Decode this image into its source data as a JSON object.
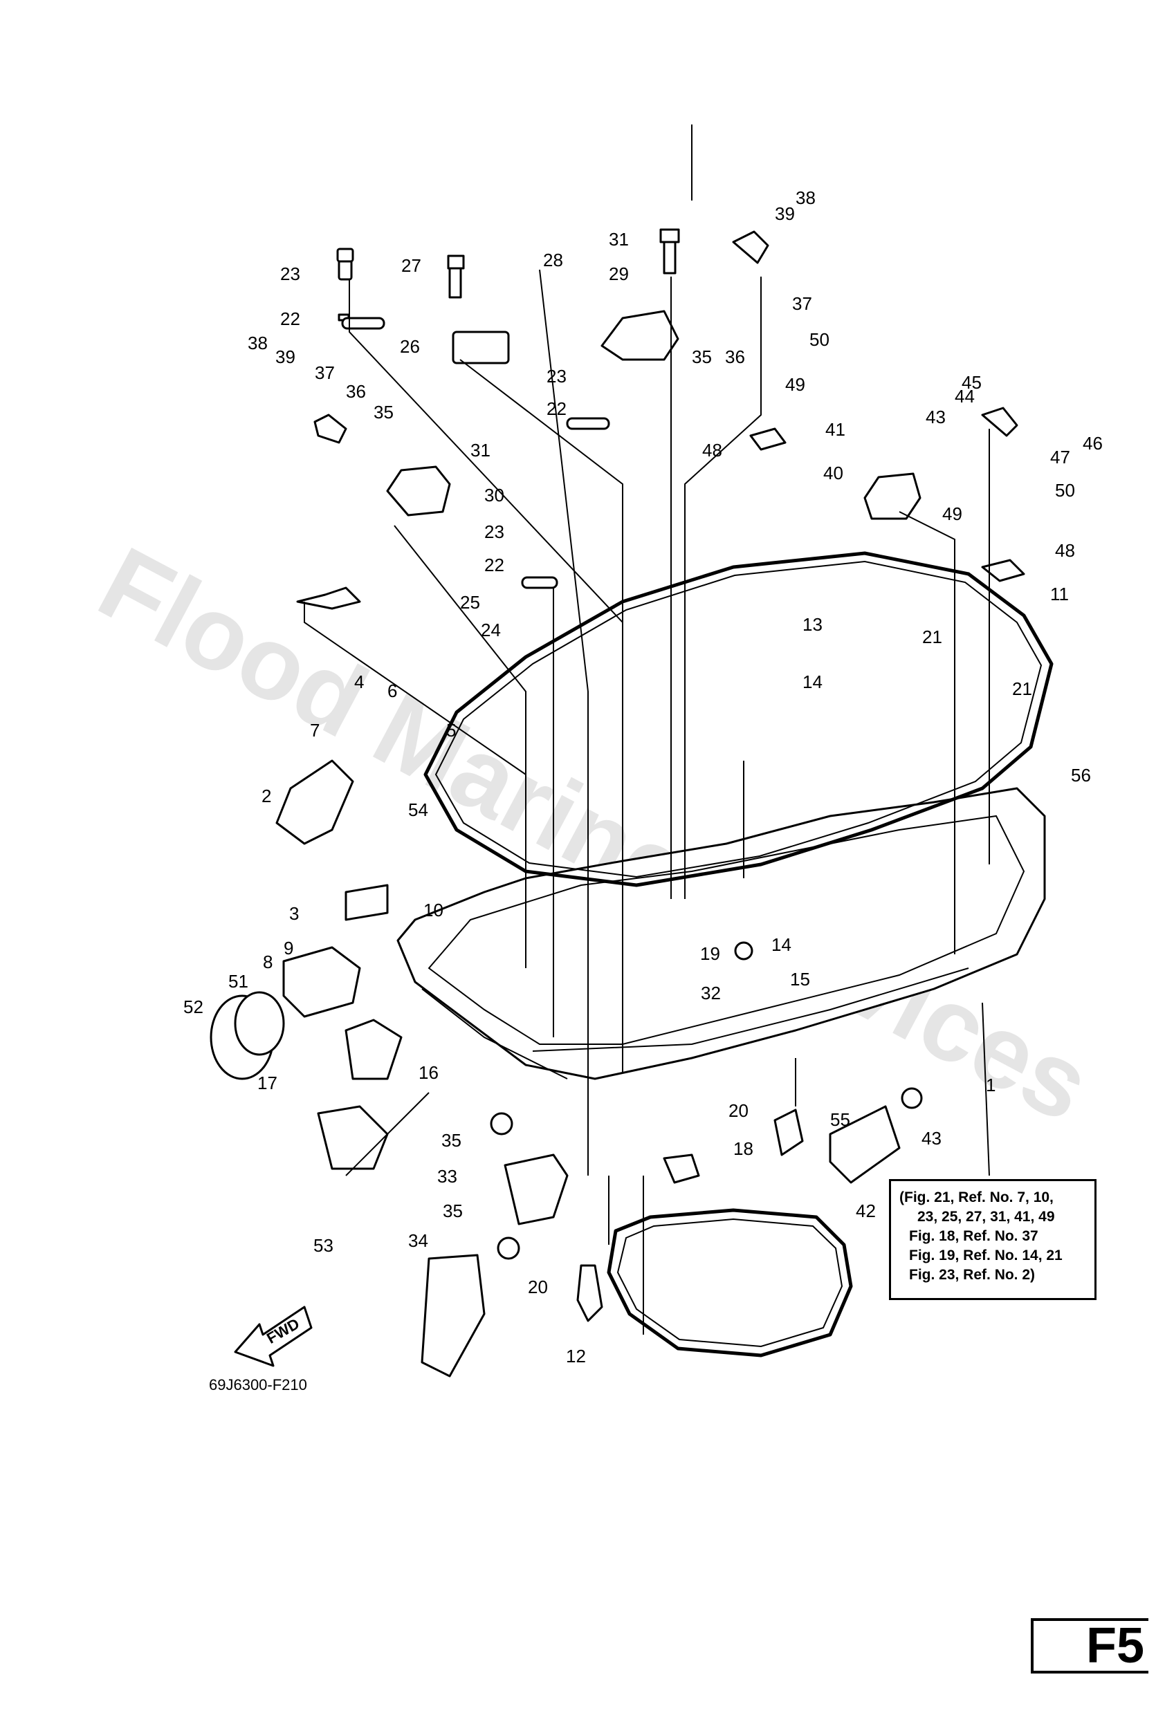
{
  "watermark": "Flood Marine Services",
  "diagram_code": "69J6300-F210",
  "page_badge": "F5",
  "fwd_label": "FWD",
  "reference_note": [
    "(Fig. 21, Ref. No. 7, 10,",
    "23, 25, 27, 31, 41, 49",
    "Fig. 18, Ref. No. 37",
    "Fig. 19, Ref. No. 14, 21",
    "Fig. 23, Ref. No. 2)"
  ],
  "labels": [
    "38",
    "39",
    "37",
    "31",
    "29",
    "28",
    "23",
    "27",
    "22",
    "26",
    "36",
    "35",
    "50",
    "49",
    "23",
    "22",
    "48",
    "38",
    "39",
    "37",
    "36",
    "35",
    "31",
    "30",
    "45",
    "44",
    "43",
    "41",
    "46",
    "47",
    "40",
    "50",
    "49",
    "48",
    "23",
    "22",
    "25",
    "24",
    "11",
    "13",
    "21",
    "14",
    "21",
    "4",
    "6",
    "7",
    "5",
    "2",
    "56",
    "54",
    "10",
    "3",
    "9",
    "8",
    "51",
    "52",
    "19",
    "14",
    "15",
    "32",
    "16",
    "17",
    "1",
    "18",
    "20",
    "55",
    "43",
    "35",
    "33",
    "42",
    "35",
    "53",
    "34",
    "20",
    "12"
  ],
  "icons": {
    "fwd": "fwd-arrow-icon"
  }
}
